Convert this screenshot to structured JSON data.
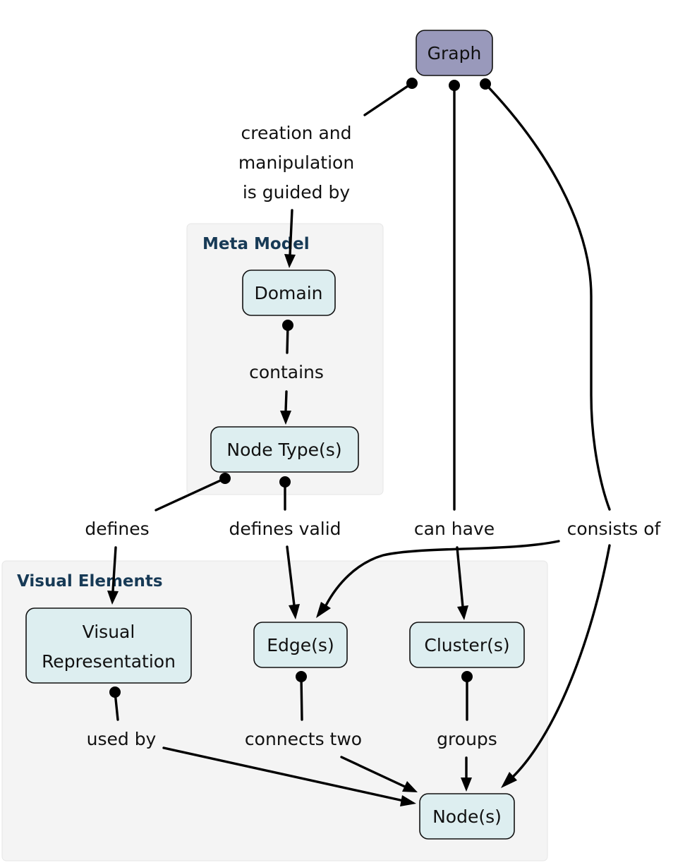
{
  "clusters": {
    "meta_model": {
      "title": "Meta Model"
    },
    "visual_elements": {
      "title": "Visual Elements"
    }
  },
  "nodes": {
    "graph": {
      "label": "Graph"
    },
    "domain": {
      "label": "Domain"
    },
    "node_types": {
      "label": "Node Type(s)"
    },
    "visual_representation": {
      "label_line1": "Visual",
      "label_line2": "Representation"
    },
    "edges": {
      "label": "Edge(s)"
    },
    "clusters_node": {
      "label": "Cluster(s)"
    },
    "nodes_node": {
      "label": "Node(s)"
    }
  },
  "edges": {
    "guided_by": {
      "line1": "creation and",
      "line2": "manipulation",
      "line3": "is guided by"
    },
    "contains": {
      "label": "contains"
    },
    "defines": {
      "label": "defines"
    },
    "defines_valid": {
      "label": "defines valid"
    },
    "can_have": {
      "label": "can have"
    },
    "consists_of": {
      "label": "consists of"
    },
    "used_by": {
      "label": "used by"
    },
    "connects_two": {
      "label": "connects two"
    },
    "groups": {
      "label": "groups"
    }
  },
  "colors": {
    "graph_node_fill": "#9999bb",
    "node_fill": "#ddeef0",
    "cluster_fill": "#f4f4f4",
    "cluster_title": "#173a56"
  }
}
